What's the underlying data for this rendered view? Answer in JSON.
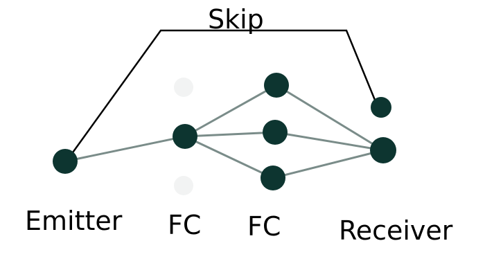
{
  "labels": {
    "skip": "Skip",
    "emitter": "Emitter",
    "fc1": "FC",
    "fc2": "FC",
    "receiver": "Receiver"
  },
  "colors": {
    "node": "#0d3530",
    "edge": "#7a8c89",
    "skip_line": "#000000",
    "faint_node": "#f2f3f3"
  }
}
